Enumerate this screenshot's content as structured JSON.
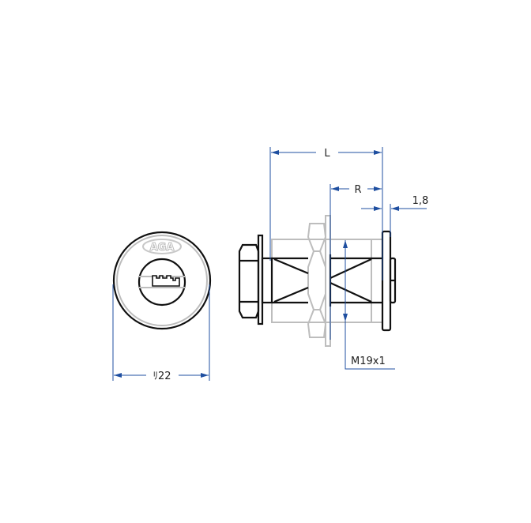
{
  "drawing": {
    "front_view": {
      "brand_logo": "AGA",
      "diameter_label": "ﾘ22"
    },
    "side_view": {
      "length_label": "L",
      "r_label": "R",
      "flange_label": "1,8",
      "thread_label": "M19x1"
    },
    "colors": {
      "dimension": "#1f4fa0",
      "outline": "#111111",
      "part_gray": "#bdbdbd"
    }
  }
}
